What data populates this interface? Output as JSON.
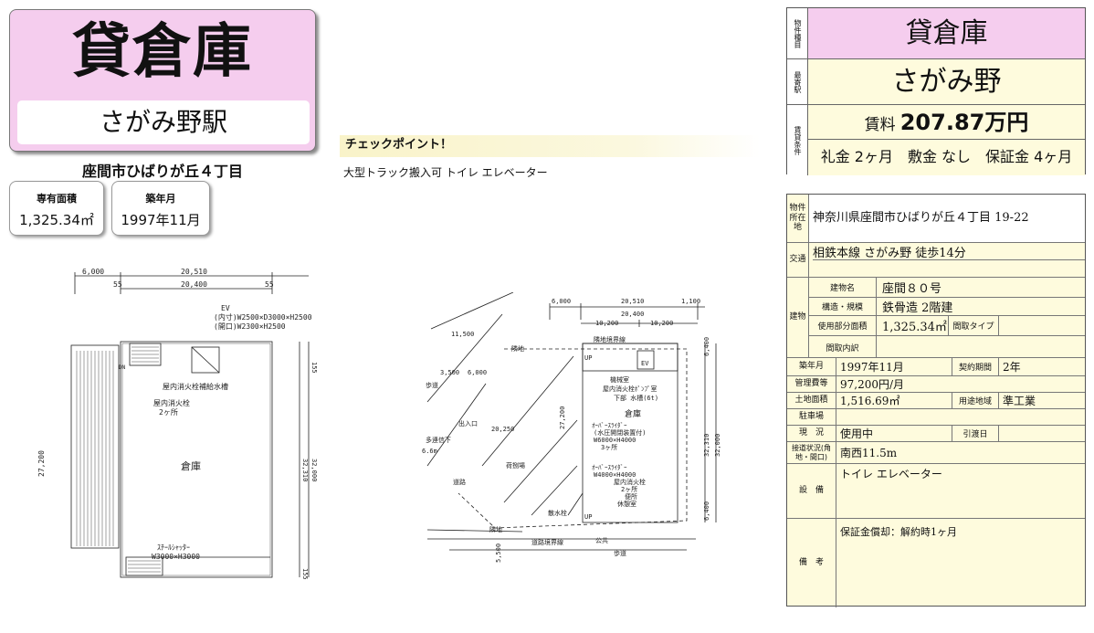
{
  "title_card": {
    "type": "貸倉庫",
    "station": "さがみ野駅"
  },
  "address_short": "座間市ひばりが丘４丁目",
  "stats": {
    "area_label": "専有面積",
    "area_value": "1,325.34㎡",
    "built_label": "築年月",
    "built_value": "1997年11月"
  },
  "checkpoint": {
    "heading": "チェックポイント！",
    "text": "大型トラック搬入可 トイレ エレベーター"
  },
  "summary": {
    "type_side": "物件種目",
    "type": "貸倉庫",
    "station_side": "最寄駅",
    "station": "さがみ野",
    "terms_side": "賃貸条件",
    "rent_label": "賃料",
    "rent_value": "207.87万円",
    "terms_line": "礼金 2ヶ月　敷金 なし　保証金 4ヶ月"
  },
  "details": {
    "location_label": "物件所在地",
    "location": "神奈川県座間市ひばりが丘４丁目 19-22",
    "traffic_label": "交通",
    "traffic": "相鉄本線 さがみ野 徒歩14分",
    "building_label": "建物",
    "name_label": "建物名",
    "name": "座間８０号",
    "structure_label": "構造・規模",
    "structure": "鉄骨造 2階建",
    "area_label": "使用部分面積",
    "area": "1,325.34㎡",
    "layout_type_label": "間取タイプ",
    "layout_detail_label": "間取内訳",
    "built_label": "築年月",
    "built": "1997年11月",
    "contract_label": "契約期間",
    "contract": "2年",
    "mgmt_label": "管理費等",
    "mgmt": "97,200円/月",
    "land_label": "土地面積",
    "land": "1,516.69㎡",
    "zoning_label": "用途地域",
    "zoning": "準工業",
    "parking_label": "駐車場",
    "status_label": "現　況",
    "status": "使用中",
    "handover_label": "引渡日",
    "road_label": "接道状況(角地・間口)",
    "road": "南西11.5m",
    "equipment_label": "設　備",
    "equipment": "トイレ エレベーター",
    "remarks_label": "備　考",
    "remarks": "保証金償却：解約時1ヶ月"
  },
  "floor_plan": {
    "dims_top": [
      "6,000",
      "20,510",
      "20,400",
      "55",
      "55"
    ],
    "dims_left": [
      "27,200"
    ],
    "dims_right": [
      "155",
      "32,000",
      "32,310",
      "155"
    ],
    "ev_label": "EV",
    "ev_inner": "(内寸)W2500×D3000×H2500",
    "ev_door": "(開口)W2300×H2500",
    "pump_label": "屋内消火栓補給水槽",
    "hydrant_label": "屋内消火栓",
    "hydrant_count": "2ヶ所",
    "room_label": "倉庫",
    "shutter_label": "ｽﾁｰﾙｼｬｯﾀｰ",
    "shutter_size": "W3000×H3000",
    "dn_label": "DN"
  },
  "site_plan": {
    "dims_top": [
      "6,000",
      "20,510",
      "1,100",
      "20,400",
      "10,200",
      "10,200"
    ],
    "left_labels": [
      "11,500",
      "6,000",
      "3,500",
      "20,250",
      "27,200"
    ],
    "right_labels": [
      "6,400",
      "32,000",
      "32,310",
      "6,400"
    ],
    "bottom_labels": [
      "5,500"
    ],
    "labels": [
      "隣地",
      "隣地境界線",
      "機械室",
      "屋内消火栓ﾎﾟﾝﾌﾟ室",
      "下部 水槽(6t)",
      "倉庫",
      "ｵｰﾊﾞｰｽﾗｲﾀﾞｰ",
      "(水圧開閉装置付)",
      "W6000×H4000",
      "3ヶ所",
      "ｵｰﾊﾞｰｽﾗｲﾀﾞｰ",
      "W4000×H4000",
      "屋内消火栓",
      "2ヶ所",
      "便所",
      "休憩室",
      "散水栓",
      "道路境界線",
      "歩道",
      "公共",
      "荷捌場",
      "出入口",
      "多連信下",
      "道路",
      "歩道",
      "隣地",
      "EV",
      "UP",
      "UP",
      "6.6m"
    ]
  }
}
